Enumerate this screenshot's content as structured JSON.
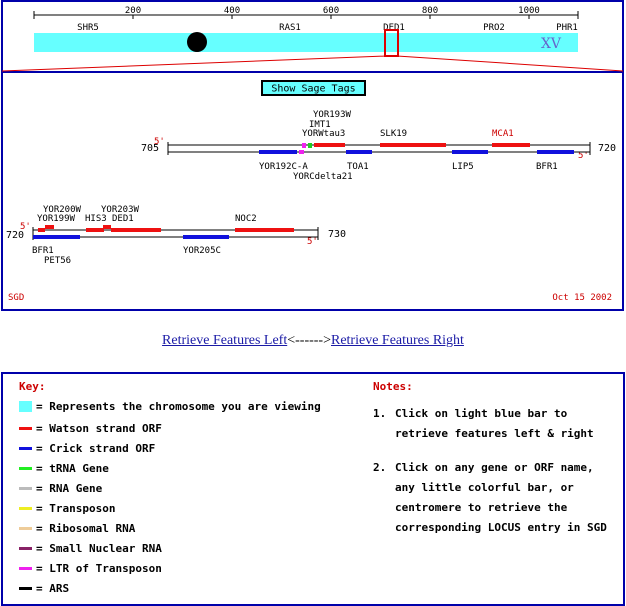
{
  "overview": {
    "ruler_ticks": [
      "200",
      "400",
      "600",
      "800",
      "1000"
    ],
    "genes": [
      "SHR5",
      "RAS1",
      "DED1",
      "PRO2",
      "PHR1"
    ],
    "chromosome_label": "XV"
  },
  "viewer": {
    "show_sage_tags": "Show Sage Tags",
    "footer_left": "SGD",
    "footer_right": "Oct 15 2002",
    "colors": {
      "watson": "#ee1111",
      "crick": "#1111dd",
      "trna": "#22cc22",
      "ltr": "#ee22ee",
      "chromosome": "#66ffff",
      "frame": "#0000aa"
    },
    "track1": {
      "start": "705",
      "end": "720",
      "five_prime_left": "5'",
      "five_prime_right": "5'",
      "labels_above": [
        "YOR193W",
        "IMT1",
        "YORWtau3",
        "SLK19",
        "MCA1"
      ],
      "labels_below": [
        "YOR192C-A",
        "YORCdelta21",
        "TOA1",
        "LIP5",
        "BFR1"
      ]
    },
    "track2": {
      "start": "720",
      "end": "730",
      "five_prime_left": "5'",
      "five_prime_right": "5'",
      "labels_above": [
        "YOR200W",
        "YOR199W",
        "YOR203W",
        "HIS3",
        "DED1",
        "NOC2"
      ],
      "labels_below": [
        "BFR1",
        "PET56",
        "YOR205C"
      ]
    }
  },
  "retrieve": {
    "left_link": "Retrieve Features Left",
    "separator": "<------>",
    "right_link": "Retrieve Features Right"
  },
  "key": {
    "title": "Key:",
    "items": [
      {
        "label": "= Represents the chromosome you are viewing",
        "color": "#66ffff",
        "kind": "box"
      },
      {
        "label": "= Watson strand ORF",
        "color": "#ee1111",
        "kind": "bar"
      },
      {
        "label": "= Crick strand ORF",
        "color": "#1111dd",
        "kind": "bar"
      },
      {
        "label": "= tRNA Gene",
        "color": "#22ee22",
        "kind": "bar"
      },
      {
        "label": "= RNA Gene",
        "color": "#bbbbbb",
        "kind": "bar"
      },
      {
        "label": "= Transposon",
        "color": "#eeee22",
        "kind": "bar"
      },
      {
        "label": "= Ribosomal RNA",
        "color": "#eecc99",
        "kind": "bar"
      },
      {
        "label": "= Small Nuclear RNA",
        "color": "#882266",
        "kind": "bar"
      },
      {
        "label": "= LTR of Transposon",
        "color": "#ee22ee",
        "kind": "bar"
      },
      {
        "label": "= ARS",
        "color": "#000000",
        "kind": "bar"
      }
    ]
  },
  "notes": {
    "title": "Notes:",
    "items": [
      {
        "num": "1.",
        "text": "Click on light blue bar to retrieve features left & right"
      },
      {
        "num": "2.",
        "text": "Click on any gene or ORF name, any little colorful bar, or centromere to retrieve the corresponding LOCUS entry in SGD"
      }
    ]
  }
}
